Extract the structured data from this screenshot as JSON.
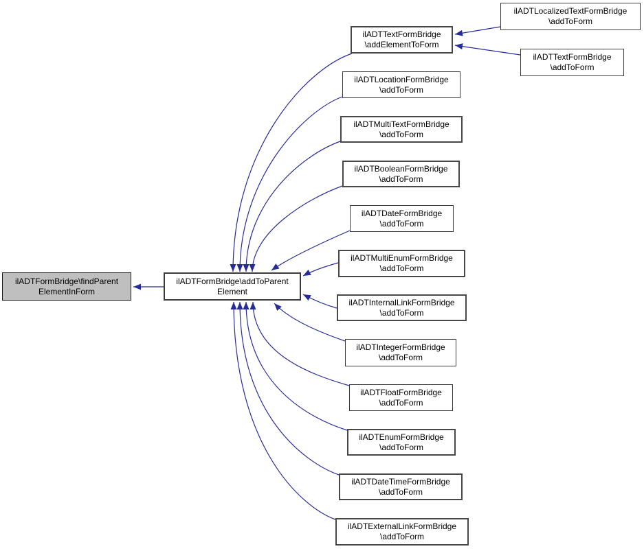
{
  "diagram": {
    "type": "doxygen-caller-graph",
    "colors": {
      "edge": "#262c96",
      "node_border": "#3a3a3a",
      "current_node_fill": "#bfbfbf",
      "background": "#ffffff"
    },
    "nodes": {
      "find_parent": {
        "label": "ilADTFormBridge\\findParent\nElementInForm"
      },
      "add_to_parent": {
        "label": "ilADTFormBridge\\addToParent\nElement"
      },
      "text_add_element": {
        "label": "ilADTTextFormBridge\n\\addElementToForm"
      },
      "localized_text": {
        "label": "ilADTLocalizedTextFormBridge\n\\addToForm"
      },
      "text_add_to_form": {
        "label": "ilADTTextFormBridge\n\\addToForm"
      },
      "location": {
        "label": "ilADTLocationFormBridge\n\\addToForm"
      },
      "multi_text": {
        "label": "ilADTMultiTextFormBridge\n\\addToForm"
      },
      "boolean": {
        "label": "ilADTBooleanFormBridge\n\\addToForm"
      },
      "date": {
        "label": "ilADTDateFormBridge\n\\addToForm"
      },
      "multi_enum": {
        "label": "ilADTMultiEnumFormBridge\n\\addToForm"
      },
      "internal_link": {
        "label": "ilADTInternalLinkFormBridge\n\\addToForm"
      },
      "integer": {
        "label": "ilADTIntegerFormBridge\n\\addToForm"
      },
      "float": {
        "label": "ilADTFloatFormBridge\n\\addToForm"
      },
      "enum": {
        "label": "ilADTEnumFormBridge\n\\addToForm"
      },
      "date_time": {
        "label": "ilADTDateTimeFormBridge\n\\addToForm"
      },
      "external_link": {
        "label": "ilADTExternalLinkFormBridge\n\\addToForm"
      }
    },
    "edges": [
      {
        "from": "add_to_parent",
        "to": "find_parent"
      },
      {
        "from": "text_add_element",
        "to": "add_to_parent"
      },
      {
        "from": "localized_text",
        "to": "text_add_element"
      },
      {
        "from": "text_add_to_form",
        "to": "text_add_element"
      },
      {
        "from": "location",
        "to": "add_to_parent"
      },
      {
        "from": "multi_text",
        "to": "add_to_parent"
      },
      {
        "from": "boolean",
        "to": "add_to_parent"
      },
      {
        "from": "date",
        "to": "add_to_parent"
      },
      {
        "from": "multi_enum",
        "to": "add_to_parent"
      },
      {
        "from": "internal_link",
        "to": "add_to_parent"
      },
      {
        "from": "integer",
        "to": "add_to_parent"
      },
      {
        "from": "float",
        "to": "add_to_parent"
      },
      {
        "from": "enum",
        "to": "add_to_parent"
      },
      {
        "from": "date_time",
        "to": "add_to_parent"
      },
      {
        "from": "external_link",
        "to": "add_to_parent"
      }
    ]
  }
}
